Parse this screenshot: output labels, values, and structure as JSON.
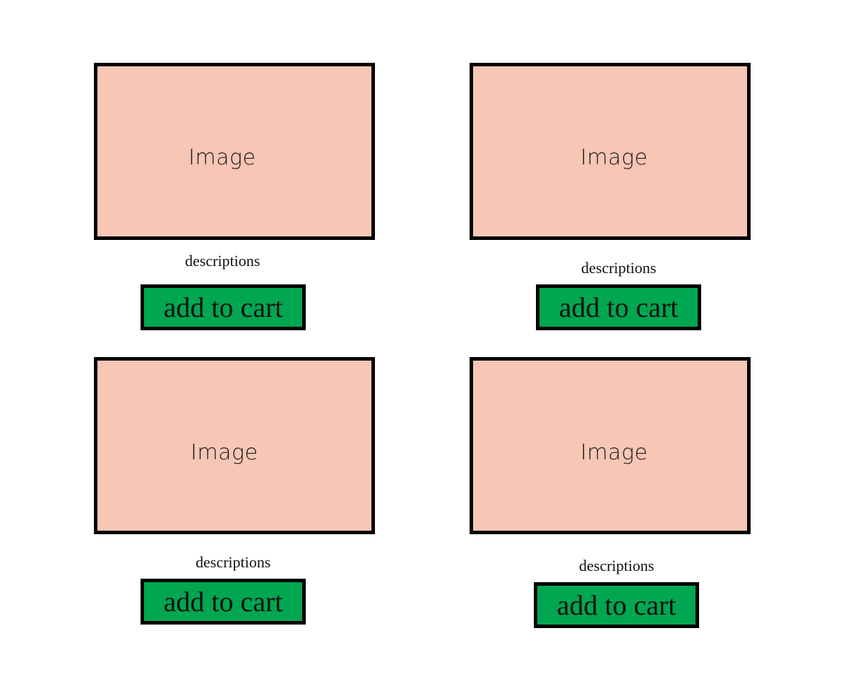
{
  "colors": {
    "image_fill": "#f8c6b5",
    "button_fill": "#00a650",
    "border": "#000000",
    "background": "#ffffff"
  },
  "products": [
    {
      "image_label": "Image",
      "description": "descriptions",
      "button_label": "add to cart"
    },
    {
      "image_label": "Image",
      "description": "descriptions",
      "button_label": "add to cart"
    },
    {
      "image_label": "Image",
      "description": "descriptions",
      "button_label": "add to cart"
    },
    {
      "image_label": "Image",
      "description": "descriptions",
      "button_label": "add to cart"
    }
  ]
}
